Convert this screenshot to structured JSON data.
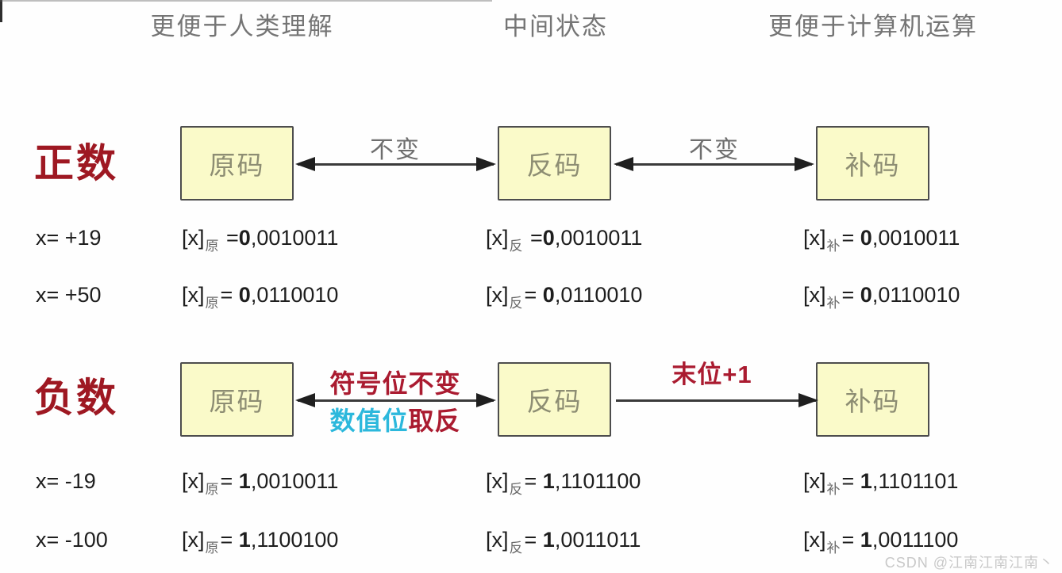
{
  "headers": {
    "human": "更便于人类理解",
    "middle": "中间状态",
    "computer": "更便于计算机运算"
  },
  "positive_section": {
    "label": "正数",
    "boxes": [
      "原码",
      "反码",
      "补码"
    ],
    "arrow1_label": "不变",
    "arrow2_label": "不变"
  },
  "negative_section": {
    "label": "负数",
    "boxes": [
      "原码",
      "反码",
      "补码"
    ],
    "arrow1_label_top": "符号位不变",
    "arrow1_label_bottom_cyan": "数值位",
    "arrow1_label_bottom_red": "取反",
    "arrow2_label": "末位+1"
  },
  "rows": [
    {
      "x": "x= +19",
      "cells": [
        {
          "base": "[x]",
          "sub": "原",
          "eq": " =",
          "sign": "0",
          "bits": ",0010011"
        },
        {
          "base": "[x]",
          "sub": "反",
          "eq": " =",
          "sign": "0",
          "bits": ",0010011"
        },
        {
          "base": "[x]",
          "sub": "补",
          "eq": "= ",
          "sign": "0",
          "bits": ",0010011"
        }
      ]
    },
    {
      "x": "x= +50",
      "cells": [
        {
          "base": "[x]",
          "sub": "原",
          "eq": "= ",
          "sign": "0",
          "bits": ",0110010"
        },
        {
          "base": "[x]",
          "sub": "反",
          "eq": "= ",
          "sign": "0",
          "bits": ",0110010"
        },
        {
          "base": "[x]",
          "sub": "补",
          "eq": "= ",
          "sign": "0",
          "bits": ",0110010"
        }
      ]
    },
    {
      "x": "x= -19",
      "cells": [
        {
          "base": "[x]",
          "sub": "原",
          "eq": "= ",
          "sign": "1",
          "bits": ",0010011"
        },
        {
          "base": "[x]",
          "sub": "反",
          "eq": "= ",
          "sign": "1",
          "bits": ",1101100"
        },
        {
          "base": "[x]",
          "sub": "补",
          "eq": "= ",
          "sign": "1",
          "bits": ",1101101"
        }
      ]
    },
    {
      "x": "x= -100",
      "cells": [
        {
          "base": "[x]",
          "sub": "原",
          "eq": "= ",
          "sign": "1",
          "bits": ",1100100"
        },
        {
          "base": "[x]",
          "sub": "反",
          "eq": "= ",
          "sign": "1",
          "bits": ",0011011"
        },
        {
          "base": "[x]",
          "sub": "补",
          "eq": "= ",
          "sign": "1",
          "bits": ",0011100"
        }
      ]
    }
  ],
  "watermark": "CSDN @江南江南江南丶",
  "colors": {
    "row_label_red": "#9e1822",
    "annotation_red": "#aa1b30",
    "annotation_cyan": "#2cb8dc",
    "box_fill": "#fafac9",
    "box_border": "#4d4d4d",
    "box_text": "#8d8d73",
    "header_gray": "#757575",
    "data_text": "#1e1e1e",
    "watermark_gray": "#c8c8c8"
  }
}
